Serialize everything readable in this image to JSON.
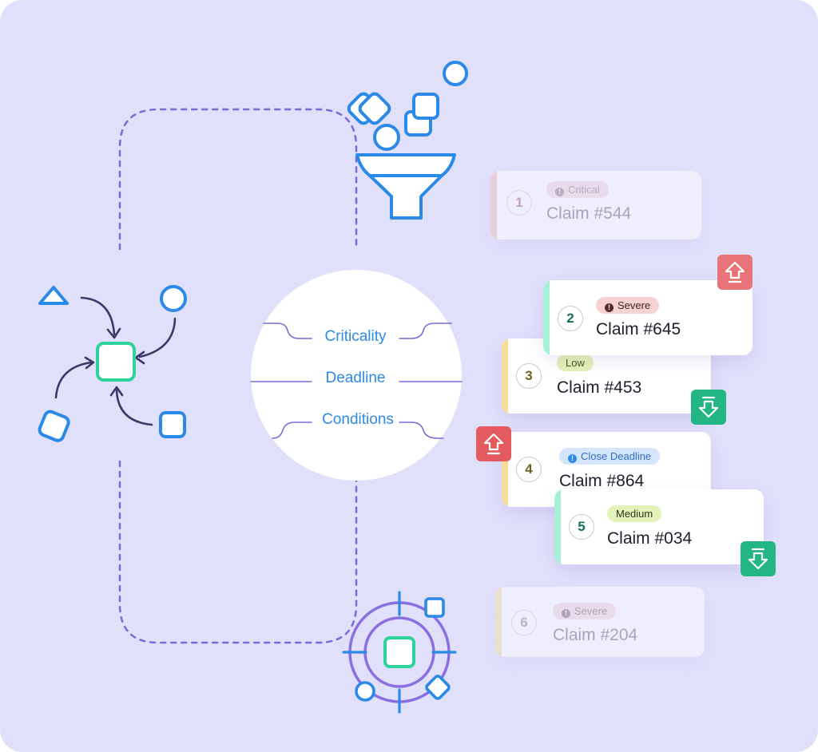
{
  "criteria": [
    {
      "label": "Criticality"
    },
    {
      "label": "Deadline"
    },
    {
      "label": "Conditions"
    }
  ],
  "claims": [
    {
      "number": "1",
      "badge": "Critical",
      "badge_icon": "alert-icon",
      "title": "Claim #544"
    },
    {
      "number": "2",
      "badge": "Severe",
      "badge_icon": "alert-icon",
      "title": "Claim #645"
    },
    {
      "number": "3",
      "badge": "Low",
      "badge_icon": "",
      "title": "Claim #453"
    },
    {
      "number": "4",
      "badge": "Close Deadline",
      "badge_icon": "alert-icon",
      "title": "Claim #864"
    },
    {
      "number": "5",
      "badge": "Medium",
      "badge_icon": "",
      "title": "Claim #034"
    },
    {
      "number": "6",
      "badge": "Severe",
      "badge_icon": "alert-icon",
      "title": "Claim #204"
    }
  ],
  "icons": {
    "inflow": "merge-arrows-icon",
    "filter": "funnel-icon",
    "target": "target-icon",
    "move_up": "arrow-up-icon",
    "move_down": "arrow-down-icon"
  },
  "colors": {
    "background": "#e1e0fb",
    "shape_blue": "#2b8ae8",
    "result_green": "#2ed39c",
    "up_red": "#e35b5f",
    "down_green": "#23b684",
    "dashed_purple": "#7a6ad6"
  }
}
